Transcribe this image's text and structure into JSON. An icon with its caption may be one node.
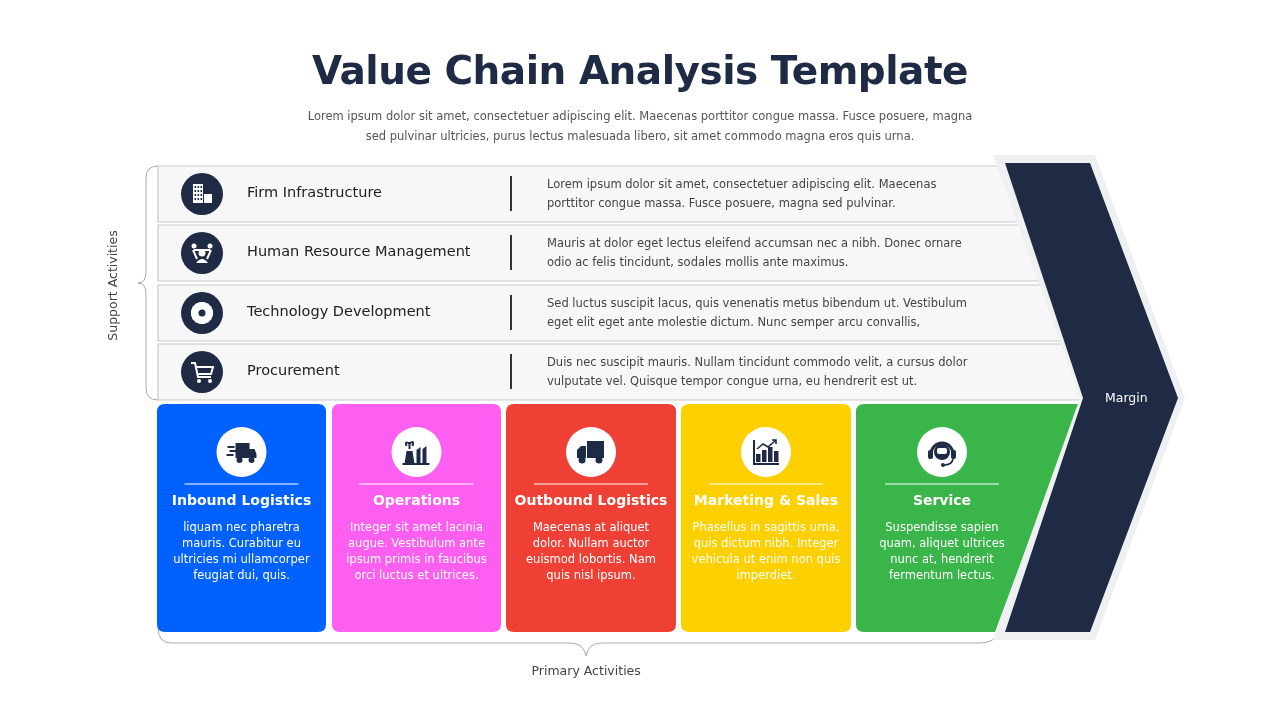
{
  "diagram": {
    "title": "Value Chain Analysis Template",
    "caption": "Lorem ipsum dolor sit amet, consectetuer adipiscing elit. Maecenas porttitor congue massa. Fusce posuere, magna sed pulvinar ultricies, purus lectus malesuada libero, sit amet commodo magna eros quis urna.",
    "nodes": [
      {
        "text": [
          "Firm Infrastructure",
          "Lorem ipsum dolor sit amet, consectetuer adipiscing elit. Maecenas porttitor congue massa. Fusce posuere, magna sed pulvinar."
        ]
      },
      {
        "text": [
          "Human Resource Management",
          "Mauris at dolor eget lectus eleifend accumsan nec a nibh. Donec ornare odio ac felis tincidunt, sodales mollis ante maximus."
        ]
      },
      {
        "text": [
          "Technology Development",
          "Sed luctus suscipit lacus, quis venenatis metus bibendum ut. Vestibulum eget elit eget ante molestie dictum. Nunc semper arcu convallis,"
        ]
      },
      {
        "text": [
          "Procurement",
          "Duis nec suscipit mauris. Nullam tincidunt commodo velit, a cursus dolor vulputate vel. Quisque tempor congue urna, eu hendrerit est ut."
        ]
      },
      {
        "text": [
          "Inbound Logistics",
          "liquam nec pharetra mauris. Curabitur eu ultricies mi ullamcorper feugiat dui, quis."
        ]
      },
      {
        "text": [
          "Operations",
          "Integer sit amet lacinia augue. Vestibulum ante ipsum primis in faucibus orci luctus et ultrices."
        ]
      },
      {
        "text": [
          "Outbound Logistics",
          "Maecenas at aliquet dolor. Nullam auctor euismod lobortis. Nam quis nisl ipsum."
        ]
      },
      {
        "text": [
          "Marketing & Sales",
          "Phasellus in sagittis urna, quis dictum nibh. Integer vehicula ut enim non quis imperdiet."
        ]
      },
      {
        "text": [
          "Service",
          "Suspendisse sapien quam, aliquet ultrices nunc at, hendrerit fermentum lectus."
        ]
      },
      {
        "text": [
          "Margin"
        ]
      }
    ],
    "labels": [
      "Support Activities",
      "Primary Activities"
    ]
  }
}
